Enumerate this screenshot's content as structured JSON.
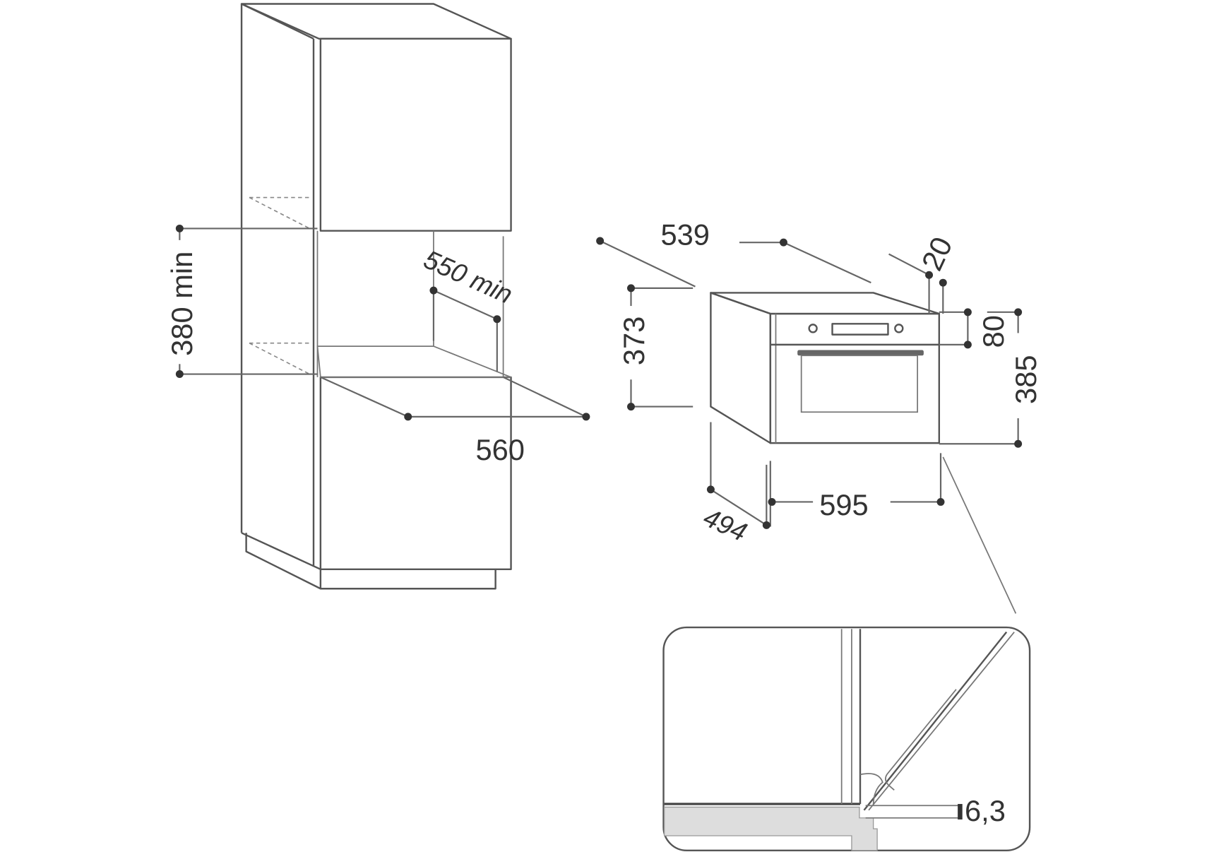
{
  "diagram": {
    "cabinet": {
      "height_min_label": "380 min",
      "depth_min_label": "550 min",
      "width_label": "560"
    },
    "oven": {
      "depth_label": "539",
      "front_offset_label": "20",
      "body_height_label": "373",
      "panel_height_label": "80",
      "front_height_label": "385",
      "front_width_label": "595",
      "body_depth_label": "494"
    },
    "detail": {
      "gap_label": "6,3"
    }
  }
}
